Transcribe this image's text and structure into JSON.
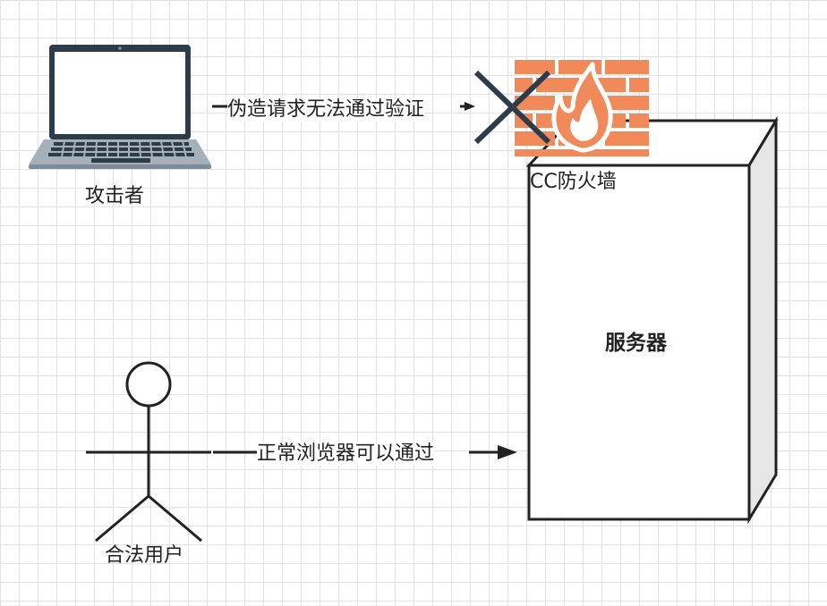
{
  "attacker": {
    "label": "攻击者"
  },
  "legit_user": {
    "label": "合法用户"
  },
  "forged_request": {
    "label": "伪造请求无法通过验证"
  },
  "normal_browser": {
    "label": "正常浏览器可以通过"
  },
  "firewall": {
    "label": "CC防火墙",
    "color": "#f08a5b"
  },
  "server": {
    "label": "服务器"
  },
  "icons": [
    "laptop-icon",
    "person-icon",
    "firewall-icon",
    "cross-icon",
    "server-box"
  ]
}
